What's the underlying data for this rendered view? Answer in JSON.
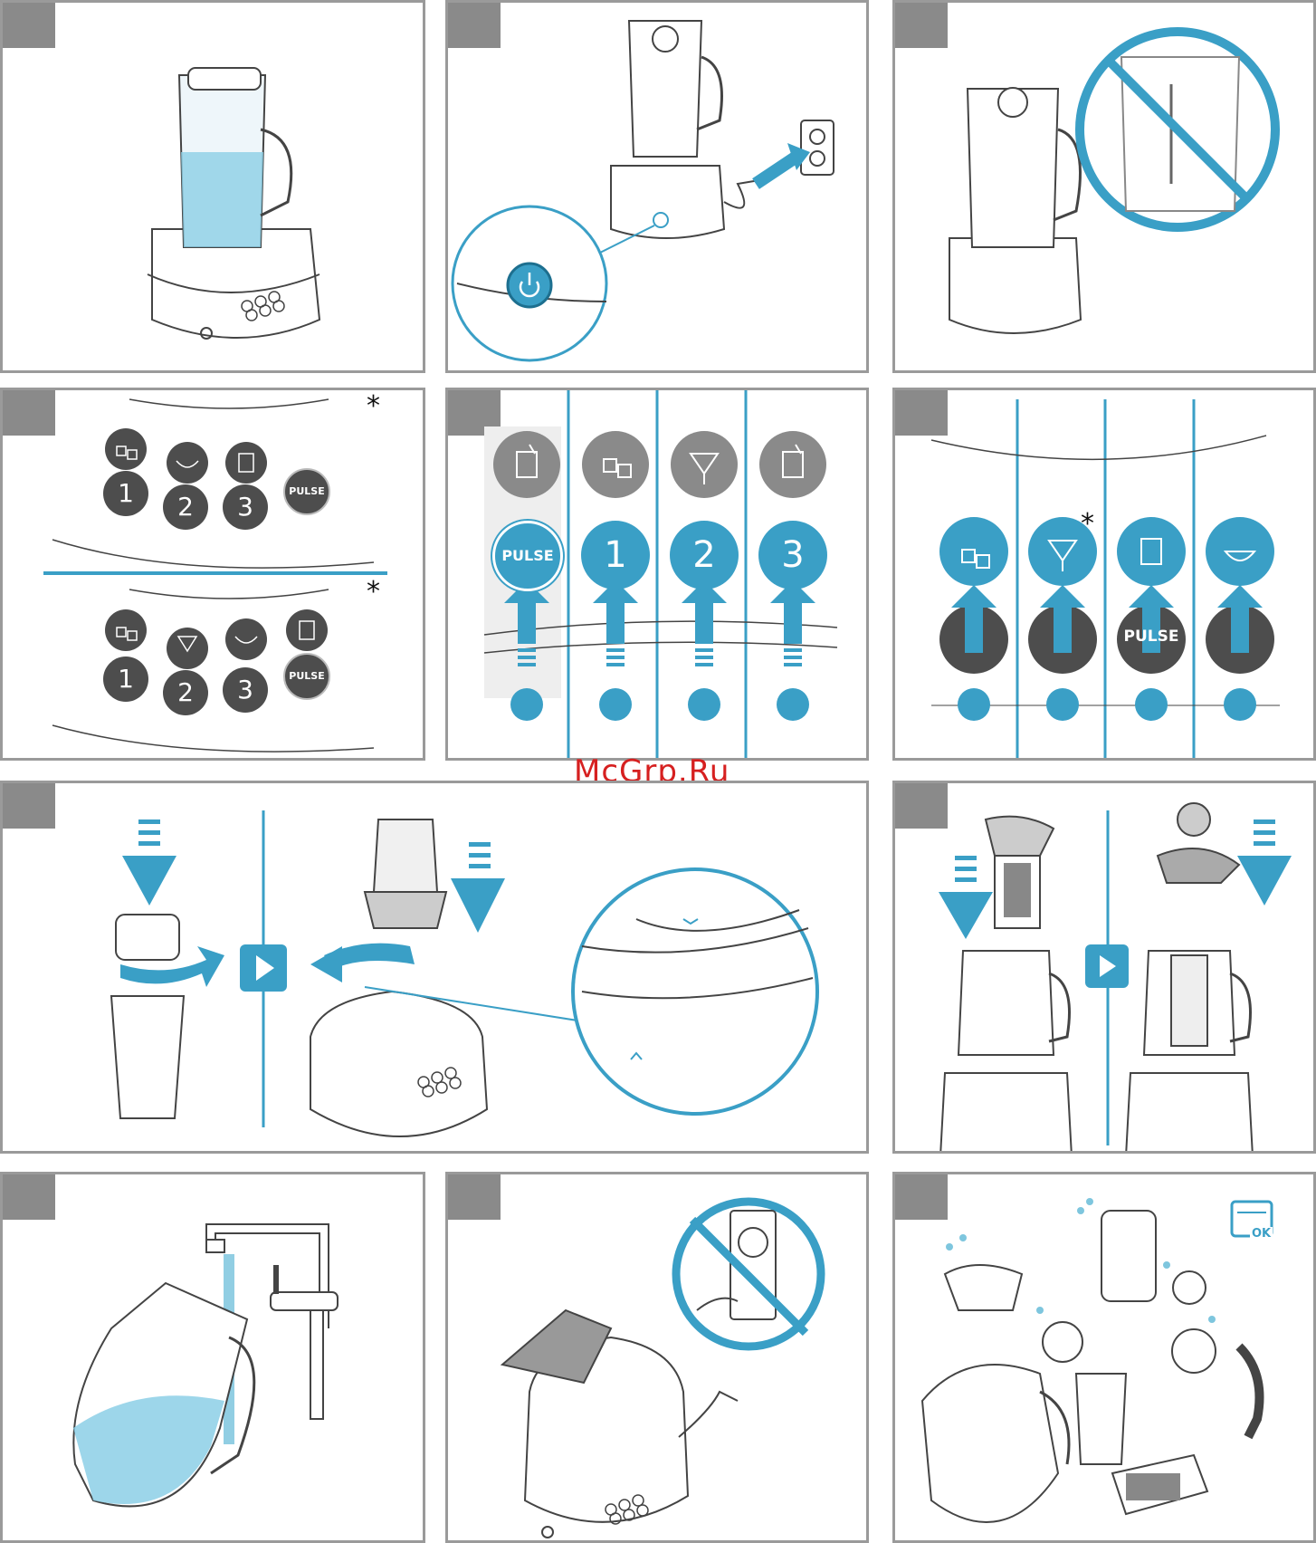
{
  "watermark": "McGrp.Ru",
  "panel4": {
    "top_buttons": [
      "1",
      "2",
      "3"
    ],
    "top_pulse": "PULSE",
    "top_asterisk": "*",
    "bottom_buttons": [
      "1",
      "2",
      "3"
    ],
    "bottom_pulse": "PULSE",
    "bottom_asterisk": "*"
  },
  "panel5": {
    "buttons": [
      "PULSE",
      "1",
      "2",
      "3"
    ]
  },
  "panel6": {
    "asterisk": "*",
    "pulse_label": "PULSE"
  },
  "panel12": {
    "dishwasher_badge": "OK"
  },
  "colors": {
    "accent": "#3a9fc6",
    "dark_button": "#4d4d4d",
    "panel_border": "#9a9a9a",
    "tab": "#8a8a8a"
  }
}
